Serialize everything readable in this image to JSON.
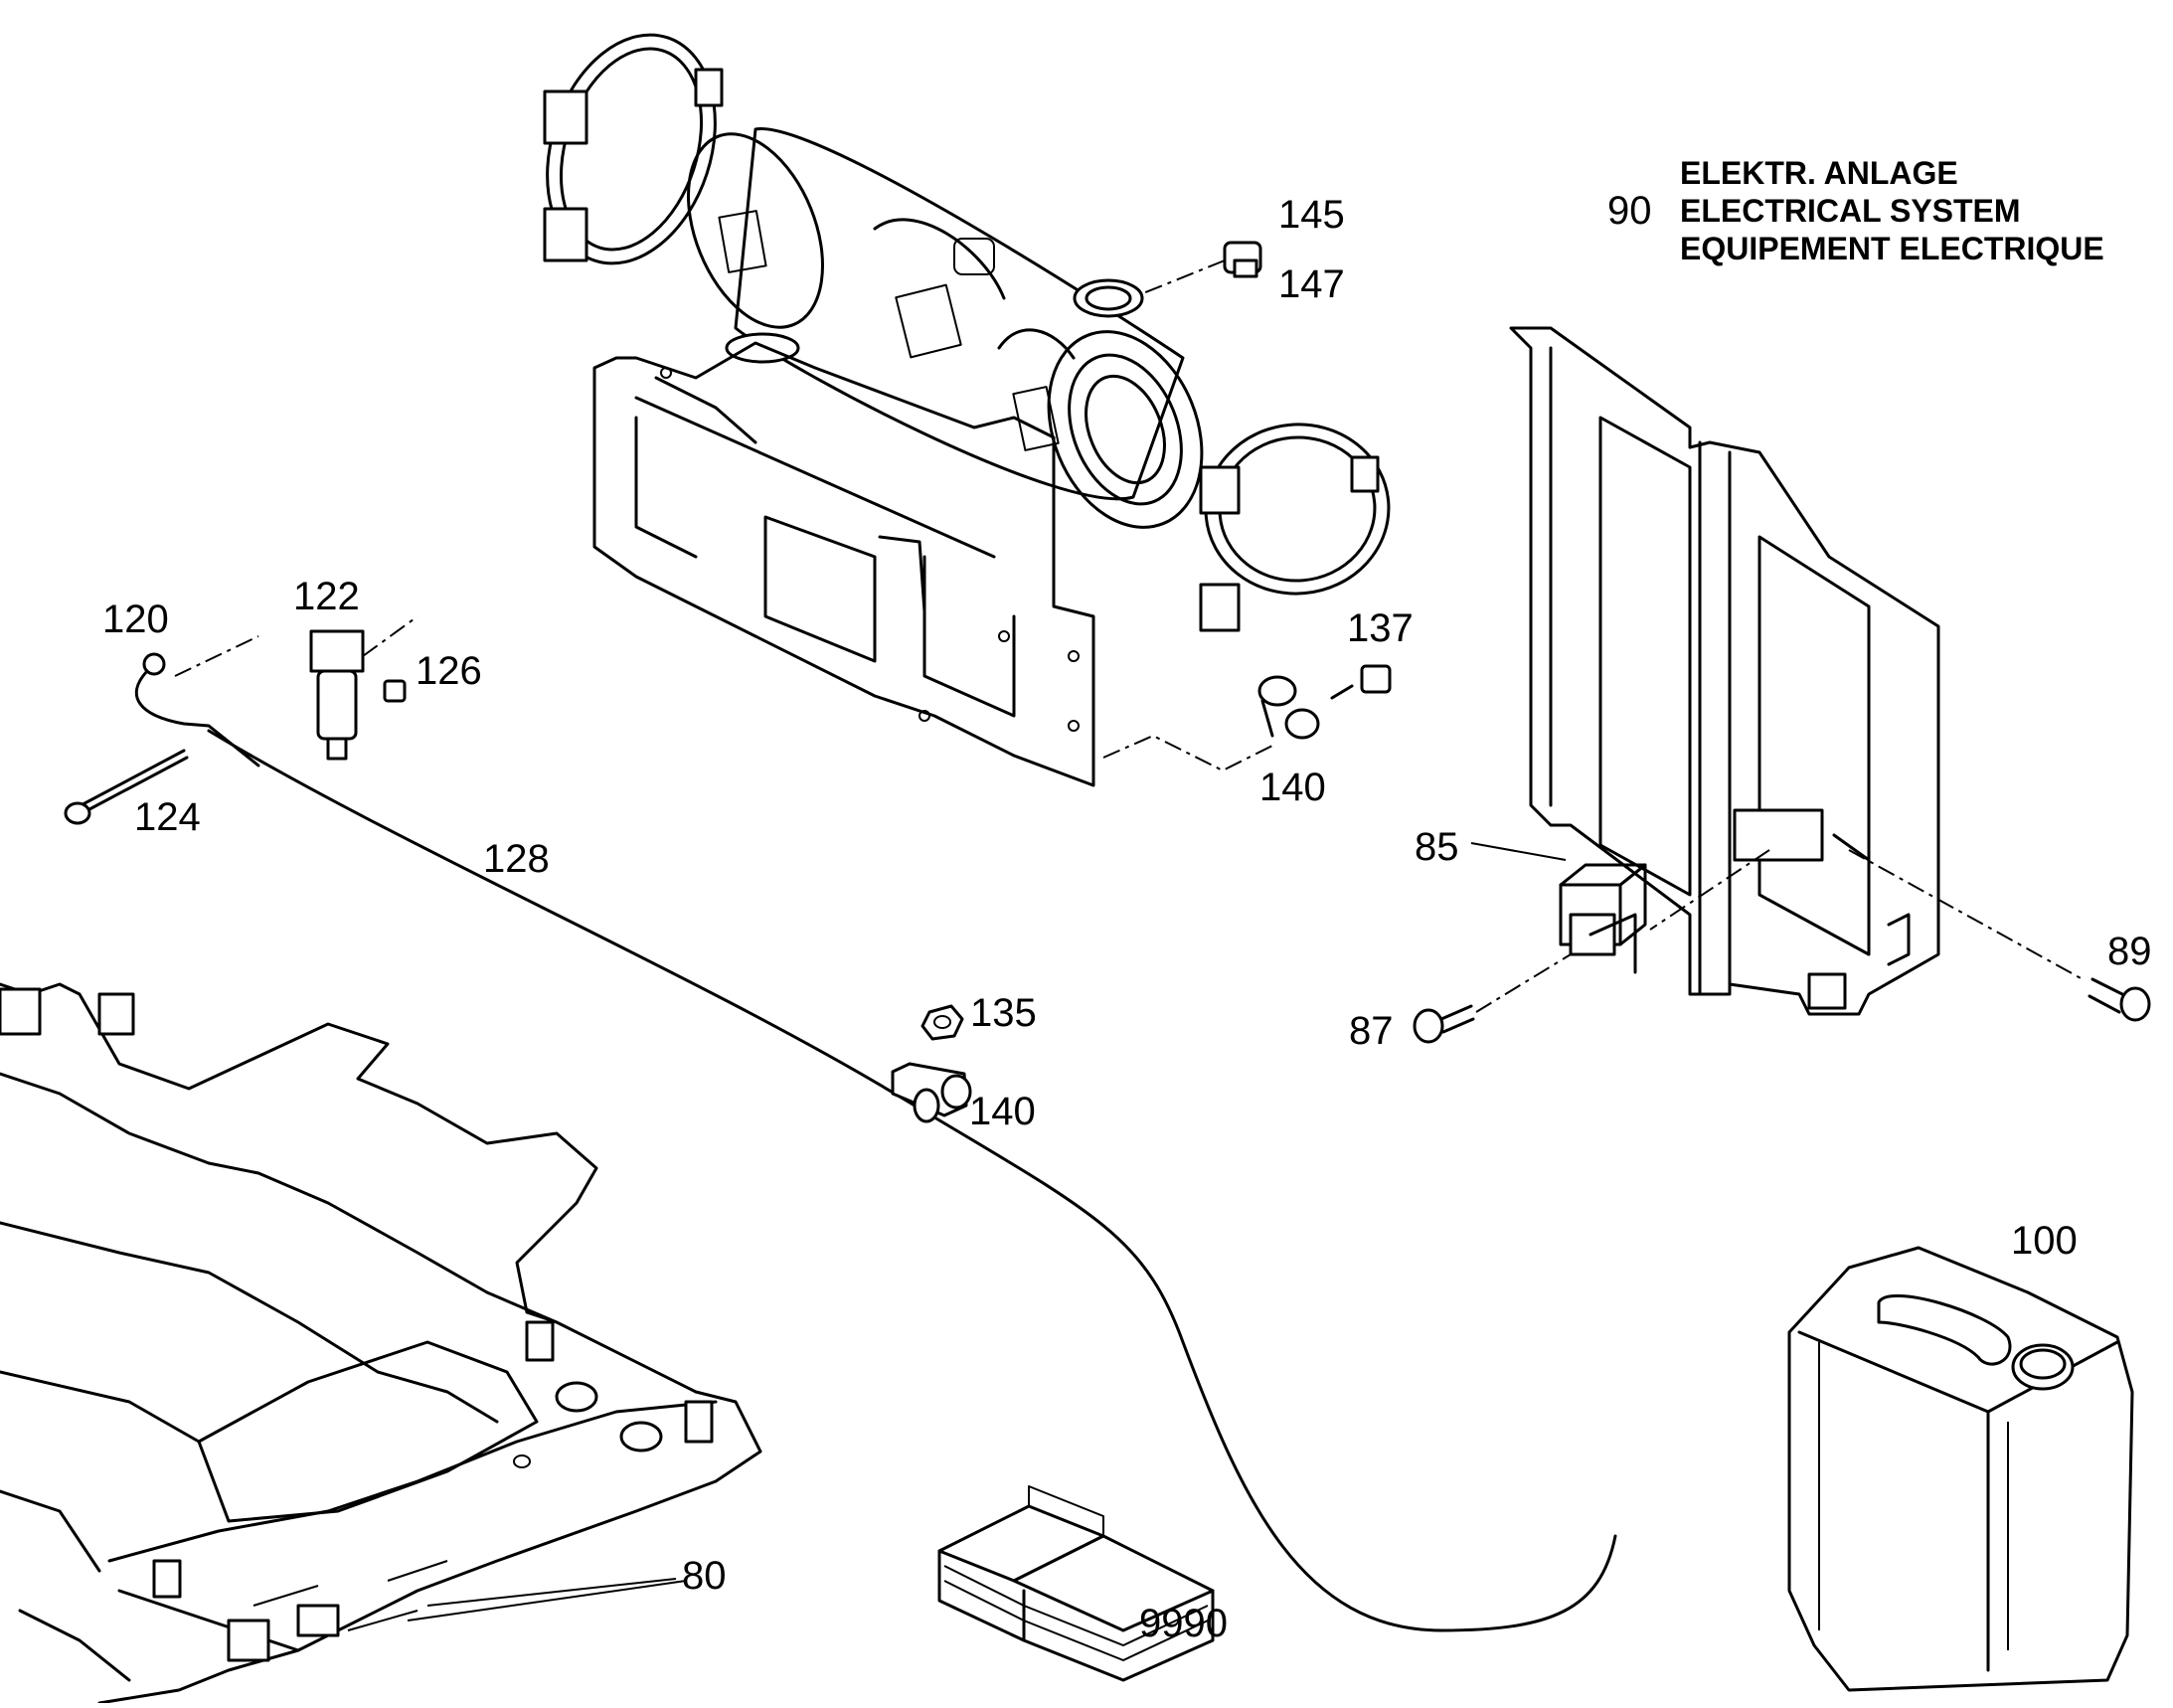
{
  "section": {
    "number": "90",
    "title_de": "ELEKTR. ANLAGE",
    "title_en": "ELECTRICAL SYSTEM",
    "title_fr": "EQUIPEMENT ELECTRIQUE"
  },
  "callouts": {
    "c145": "145",
    "c147": "147",
    "c137": "137",
    "c140a": "140",
    "c120": "120",
    "c122": "122",
    "c126": "126",
    "c124": "124",
    "c128": "128",
    "c135": "135",
    "c140b": "140",
    "c85": "85",
    "c87": "87",
    "c89": "89",
    "c100": "100",
    "c80": "80",
    "c9990": "9990"
  }
}
